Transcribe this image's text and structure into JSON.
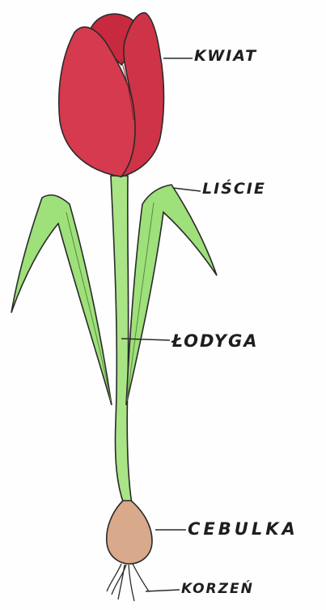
{
  "labels": {
    "flower": "KWIAT",
    "leaves": "LIŚCIE",
    "stem": "ŁODYGA",
    "bulb": "CEBULKA",
    "root": "KORZEŃ"
  },
  "colors": {
    "petal": "#d63a4e",
    "petal_dark": "#c72a3f",
    "leaf": "#9ee07a",
    "stem": "#a9e486",
    "bulb": "#d8a98a",
    "outline": "#2a2a2a"
  }
}
